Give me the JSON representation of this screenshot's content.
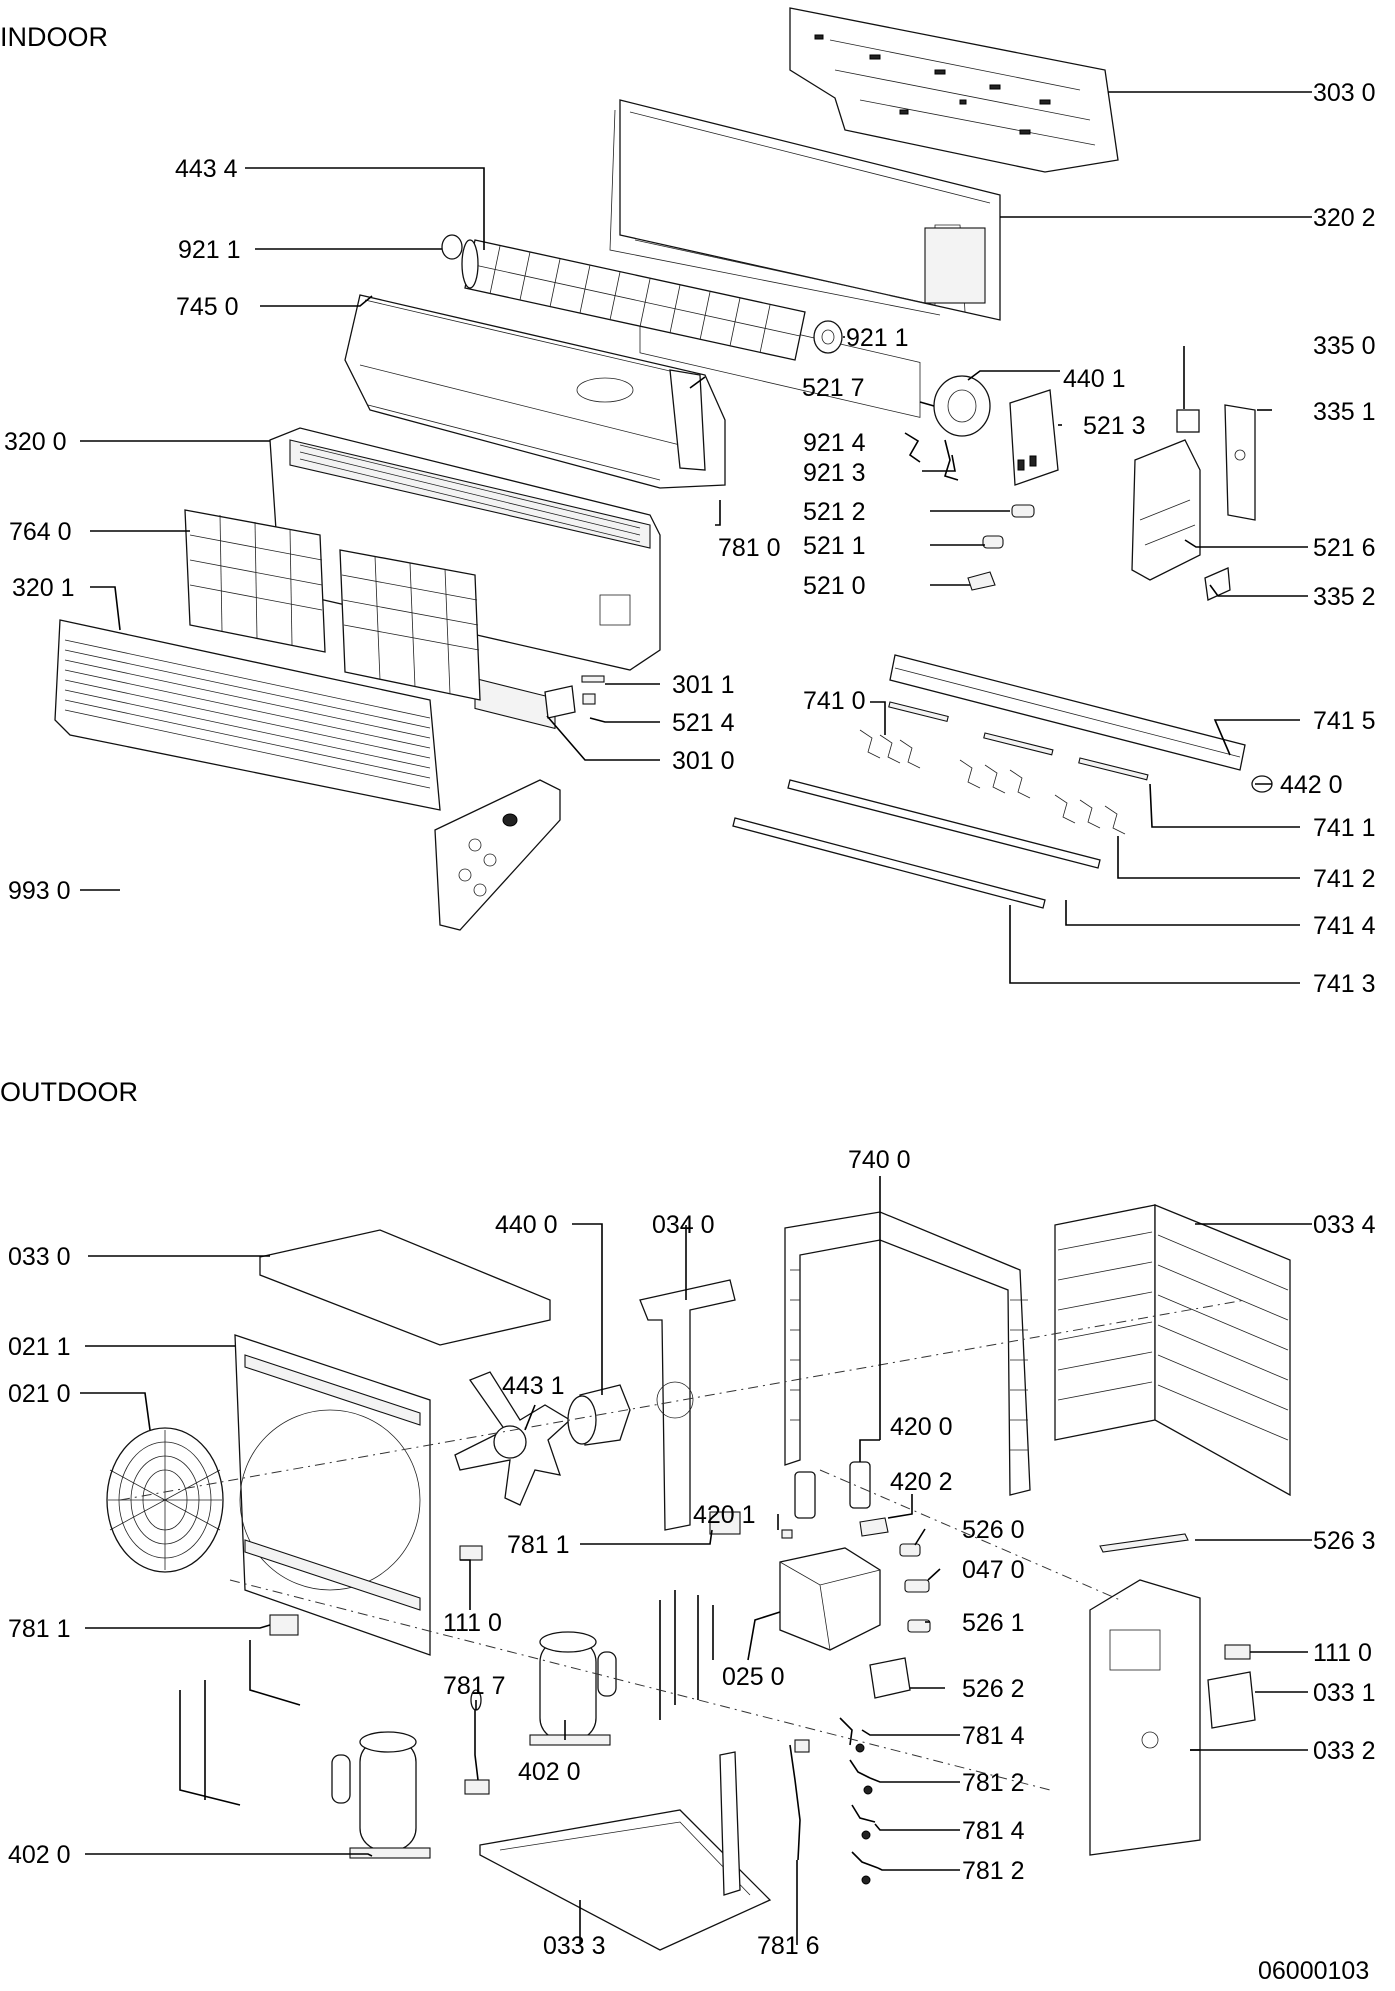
{
  "sections": {
    "indoor": "INDOOR",
    "outdoor": "OUTDOOR"
  },
  "drawing_number": "06000103",
  "labels": {
    "i3030": "303 0",
    "i3202": "320 2",
    "i4434": "443 4",
    "i9211a": "921 1",
    "i7450": "745 0",
    "i9211b": "921 1",
    "i5217": "521 7",
    "i3350": "335 0",
    "i4401": "440 1",
    "i3351": "335 1",
    "i3200": "320 0",
    "i9214": "921 4",
    "i5213": "521 3",
    "i9213": "921 3",
    "i7640": "764 0",
    "i5212": "521 2",
    "i7810": "781 0",
    "i5211": "521 1",
    "i5216": "521 6",
    "i3201": "320 1",
    "i5210": "521 0",
    "i3352": "335 2",
    "i3011": "301 1",
    "i7410": "741 0",
    "i5214": "521 4",
    "i7415": "741 5",
    "i3010": "301 0",
    "i4420": "442 0",
    "i7411": "741 1",
    "i9930": "993 0",
    "i7412": "741 2",
    "i7414": "741 4",
    "i7413": "741 3",
    "o7400": "740 0",
    "o4400": "440 0",
    "o0340": "034 0",
    "o0330": "033 0",
    "o0334": "033 4",
    "o0211": "021 1",
    "o4431": "443 1",
    "o0210": "021 0",
    "o4200": "420 0",
    "o4202": "420 2",
    "o4201": "420 1",
    "o5260": "526 0",
    "o7811a": "781 1",
    "o0470": "047 0",
    "o5263": "526 3",
    "o7811b": "781 1",
    "o1110a": "111 0",
    "o5261": "526 1",
    "o1110b": "111 0",
    "o7817": "781 7",
    "o0250": "025 0",
    "o0331": "033 1",
    "o5262": "526 2",
    "o0332": "033 2",
    "o4020a": "402 0",
    "o7814a": "781 4",
    "o7812a": "781 2",
    "o4020b": "402 0",
    "o7814b": "781 4",
    "o7812b": "781 2",
    "o0333": "033 3",
    "o7816": "781 6"
  }
}
